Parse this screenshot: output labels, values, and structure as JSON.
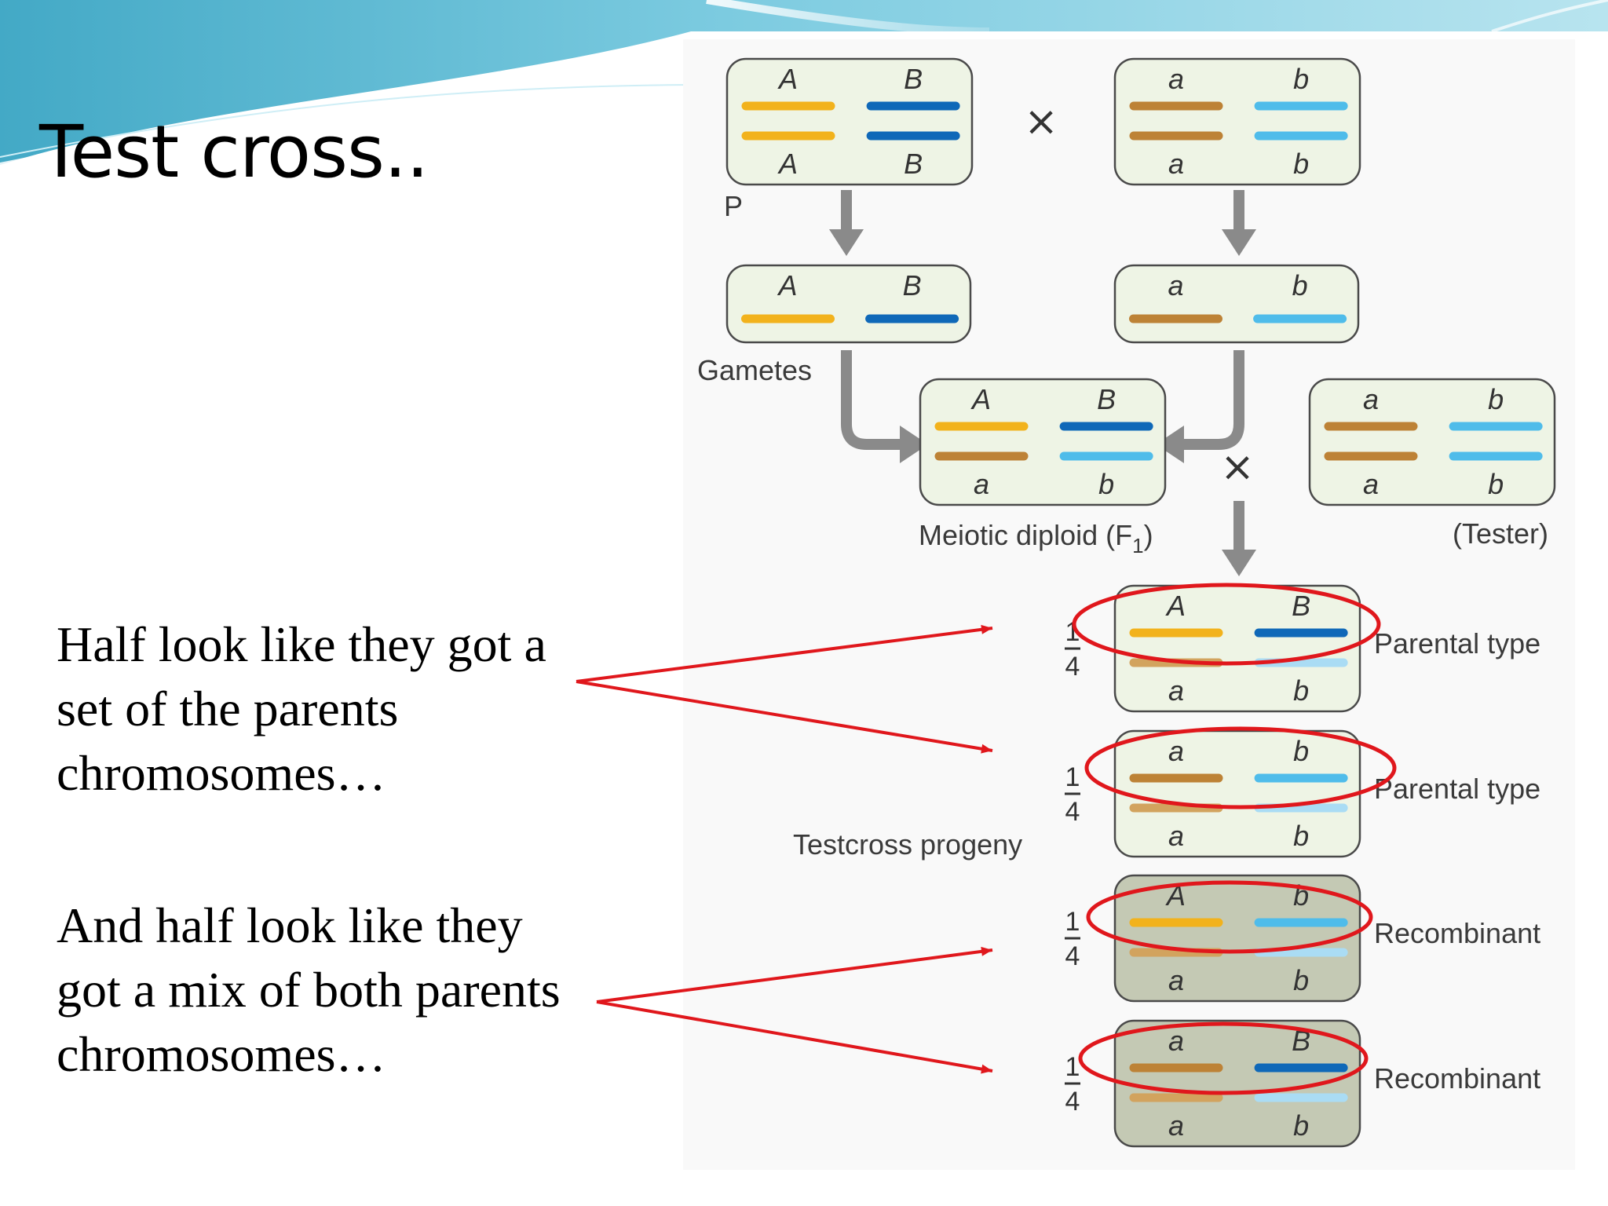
{
  "slide": {
    "title": "Test cross..",
    "caption_parental": [
      "Half look like they got a",
      "set of the parents",
      "chromosomes…"
    ],
    "caption_recombinant": [
      "And half look like they",
      "got a mix of both parents",
      "chromosomes…"
    ]
  },
  "diagram": {
    "generation_label": "P",
    "cross_symbol": "×",
    "gametes_label": "Gametes",
    "f1_label": "Meiotic diploid (F",
    "f1_subscript": "1",
    "f1_close": ")",
    "tester_label": "(Tester)",
    "progeny_label": "Testcross progeny",
    "fraction": {
      "numerator": "1",
      "denominator": "4"
    },
    "parental_label": "Parental type",
    "recombinant_label": "Recombinant",
    "colors": {
      "allele_A": "#f2b21c",
      "allele_a": "#bd8236",
      "allele_a_light": "#d2a35e",
      "allele_B": "#0f68b8",
      "allele_b": "#4fbcea",
      "allele_b_light": "#aadcf4",
      "cell_fill": "#eef4e5",
      "recombinant_fill": "#c4c9b4",
      "highlight": "#e0171c",
      "arrow": "#8a8a8a"
    },
    "cells": [
      {
        "id": "parent-AB",
        "top": [
          "A",
          "B"
        ],
        "bottom": [
          "A",
          "B"
        ]
      },
      {
        "id": "parent-ab",
        "top": [
          "a",
          "b"
        ],
        "bottom": [
          "a",
          "b"
        ]
      },
      {
        "id": "gamete-AB",
        "top": [
          "A",
          "B"
        ]
      },
      {
        "id": "gamete-ab",
        "top": [
          "a",
          "b"
        ]
      },
      {
        "id": "f1",
        "top": [
          "A",
          "B"
        ],
        "bottom": [
          "a",
          "b"
        ]
      },
      {
        "id": "tester",
        "top": [
          "a",
          "b"
        ],
        "bottom": [
          "a",
          "b"
        ]
      },
      {
        "id": "progeny-1",
        "top": [
          "A",
          "B"
        ],
        "bottom": [
          "a",
          "b"
        ],
        "type": "Parental type"
      },
      {
        "id": "progeny-2",
        "top": [
          "a",
          "b"
        ],
        "bottom": [
          "a",
          "b"
        ],
        "type": "Parental type"
      },
      {
        "id": "progeny-3",
        "top": [
          "A",
          "b"
        ],
        "bottom": [
          "a",
          "b"
        ],
        "type": "Recombinant"
      },
      {
        "id": "progeny-4",
        "top": [
          "a",
          "B"
        ],
        "bottom": [
          "a",
          "b"
        ],
        "type": "Recombinant"
      }
    ]
  }
}
